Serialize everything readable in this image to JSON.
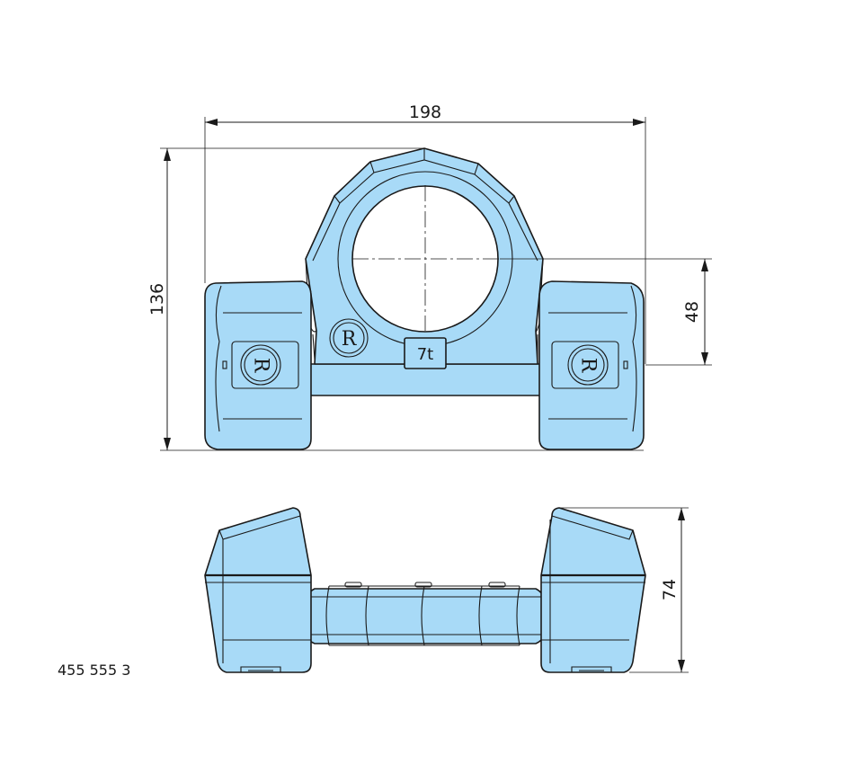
{
  "drawing": {
    "dimensions": {
      "width": "198",
      "height": "136",
      "center_height": "48",
      "side_height": "74"
    },
    "load_label": "7t",
    "logo_letter": "R",
    "part_number": "455 555 3",
    "colors": {
      "part_fill": "#a8daf7",
      "line": "#1a1a1a"
    }
  }
}
